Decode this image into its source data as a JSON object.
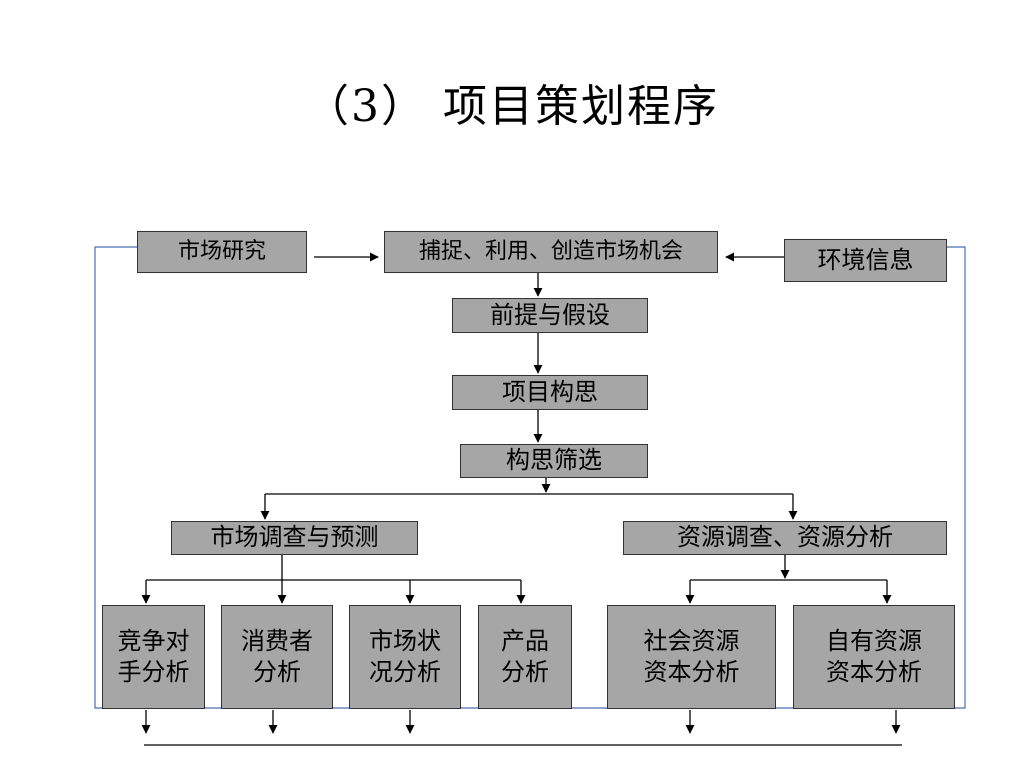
{
  "title": "（3） 项目策划程序",
  "nodes": {
    "market_research": "市场研究",
    "capture_opportunity": "捕捉、利用、创造市场机会",
    "env_info": "环境信息",
    "premise": "前提与假设",
    "concept": "项目构思",
    "screening": "构思筛选",
    "market_survey": "市场调查与预测",
    "resource_survey": "资源调查、资源分析",
    "competitor_l1": "竞争对",
    "competitor_l2": "手分析",
    "consumer_l1": "消费者",
    "consumer_l2": "分析",
    "market_status_l1": "市场状",
    "market_status_l2": "况分析",
    "product_l1": "产品",
    "product_l2": "分析",
    "social_l1": "社会资源",
    "social_l2": "资本分析",
    "own_l1": "自有资源",
    "own_l2": "资本分析"
  },
  "colors": {
    "box_fill": "#a6a6a6",
    "box_border": "#333333",
    "feedback_line": "#4a6fb5",
    "arrow": "#000000"
  }
}
